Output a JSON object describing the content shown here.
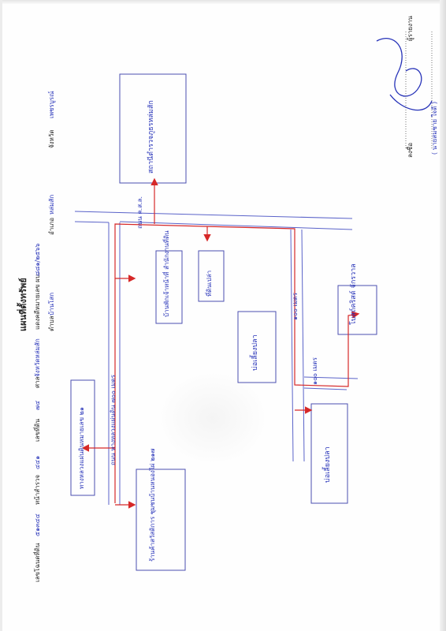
{
  "heading": "แผนที่ตั้งทรัพย์",
  "header_fields": {
    "deed_label": "เลขโฉนดที่ดิน",
    "deed_value": "๕๑๓๔๔",
    "survey_page_label": "หน้าสำรวจ",
    "survey_page_value": "๔๔๑",
    "land_no_label": "เลขที่ดิน",
    "land_no_value": "๗๔",
    "court_label": "ศาล",
    "court_value": "จังหวัดหล่มสัก",
    "case_label": "แดงคดีหมายเลข ผบ.",
    "case_value": "๘๘๑/๒๕๖๖",
    "subdistrict_label": "ตำบล",
    "subdistrict_value": "บ้านโสก",
    "district_label": "อำเภอ",
    "district_value": "หล่มสัก",
    "province_label": "จังหวัด",
    "province_value": "เพชรบูรณ์"
  },
  "map": {
    "boxes": {
      "top_right": "สถานีตำรวจภูธรหล่มสัก",
      "church": "โบสถ์คริสต์ จักรวาล",
      "pond_center": "บ่อเลี้ยงปลา",
      "pond_lower": "บ่อเลี้ยงปลา",
      "left_school": "ร้านค้าสวัสดิการ ชุมชนบ้านหนองไผ่ ๒๑๗",
      "left_label": "ทางหลวงแผ่นดินหมายเลข ๒๑",
      "shop_a": "ที่ดินเปล่า",
      "shop_b": "บ้านพักเจ้าหน้าที่ สำนักงานที่ดิน"
    },
    "road_labels": {
      "main_vertical": "ถนน ทางหลวงแผ่นดิน ๗๐๐ เมตร",
      "top_horizontal": "ถนน ค.ส.ล.",
      "right_vertical": "๑๐๐ เมตร",
      "lower_right": "๑๐๐ เมตร"
    }
  },
  "signature": {
    "sign_label": "ลงชื่อ",
    "reporter_label": "ผู้รายงาน",
    "printed_name": "( นายสมชาย ใจดี )"
  },
  "colors": {
    "ink_blue": "#2632b8",
    "road_blue": "#5a63c9",
    "arrow_red": "#d62828",
    "printed_text": "#222222"
  }
}
